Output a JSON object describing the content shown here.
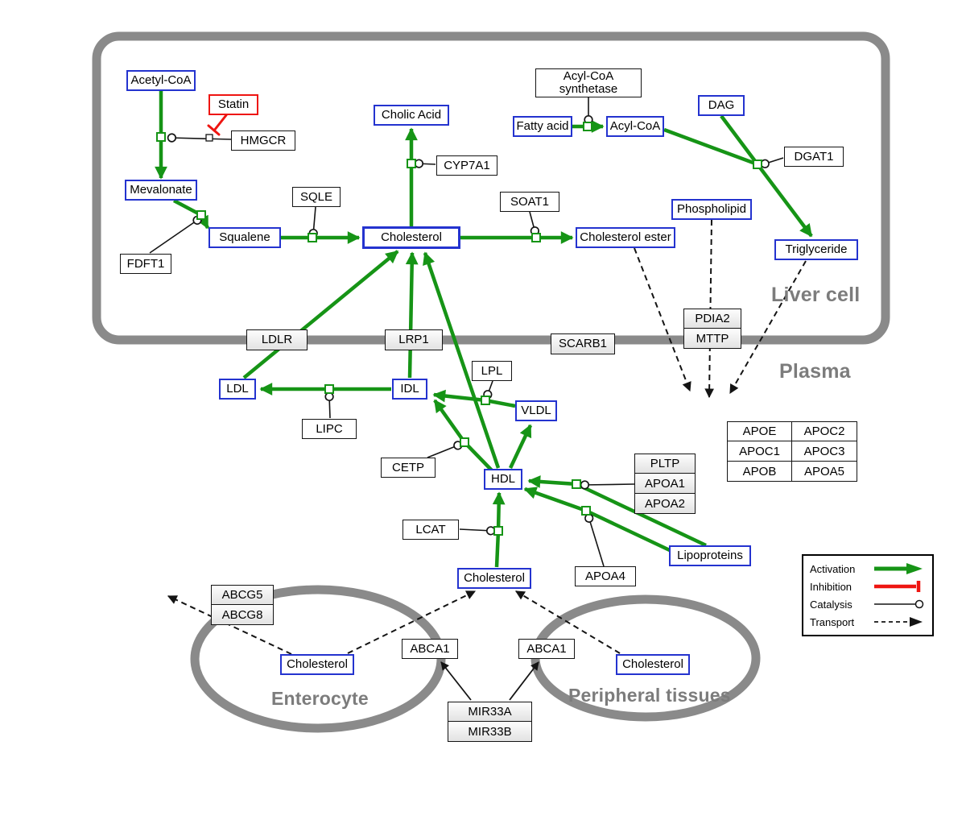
{
  "regions": {
    "liver": "Liver cell",
    "plasma": "Plasma",
    "enterocyte": "Enterocyte",
    "peripheral": "Peripheral tissues"
  },
  "metabolites": {
    "acetyl_coa": "Acetyl-CoA",
    "mevalonate": "Mevalonate",
    "squalene": "Squalene",
    "cholesterol_liver": "Cholesterol",
    "cholic_acid": "Cholic Acid",
    "fatty_acid": "Fatty acid",
    "acyl_coa": "Acyl-CoA",
    "dag": "DAG",
    "phospholipid": "Phospholipid",
    "cholesterol_ester": "Cholesterol ester",
    "triglyceride": "Triglyceride",
    "ldl": "LDL",
    "idl": "IDL",
    "vldl": "VLDL",
    "hdl": "HDL",
    "lipoproteins": "Lipoproteins",
    "cholesterol_plasma": "Cholesterol",
    "cholesterol_enterocyte": "Cholesterol",
    "cholesterol_peripheral": "Cholesterol"
  },
  "drugs": {
    "statin": "Statin"
  },
  "genes": {
    "hmgcr": "HMGCR",
    "fdft1": "FDFT1",
    "sqle": "SQLE",
    "cyp7a1": "CYP7A1",
    "soat1": "SOAT1",
    "acyl_coa_synthetase": "Acyl-CoA synthetase",
    "dgat1": "DGAT1",
    "ldlr": "LDLR",
    "lrp1": "LRP1",
    "scarb1": "SCARB1",
    "pdia2": "PDIA2",
    "mttp": "MTTP",
    "lipc": "LIPC",
    "lpl": "LPL",
    "cetp": "CETP",
    "lcat": "LCAT",
    "apoa4": "APOA4",
    "pltp": "PLTP",
    "apoa1": "APOA1",
    "apoa2": "APOA2",
    "apoe": "APOE",
    "apoc2": "APOC2",
    "apoc1": "APOC1",
    "apoc3": "APOC3",
    "apob": "APOB",
    "apoa5": "APOA5",
    "abcg5": "ABCG5",
    "abcg8": "ABCG8",
    "abca1_enterocyte": "ABCA1",
    "abca1_peripheral": "ABCA1",
    "mir33a": "MIR33A",
    "mir33b": "MIR33B"
  },
  "legend": {
    "activation": "Activation",
    "inhibition": "Inhibition",
    "catalysis": "Catalysis",
    "transport": "Transport"
  },
  "colors": {
    "activation_green": "#169416",
    "inhibition_red": "#e8100c",
    "metabolite_blue": "#2433cf",
    "membrane_gray": "#8a8a8a"
  }
}
